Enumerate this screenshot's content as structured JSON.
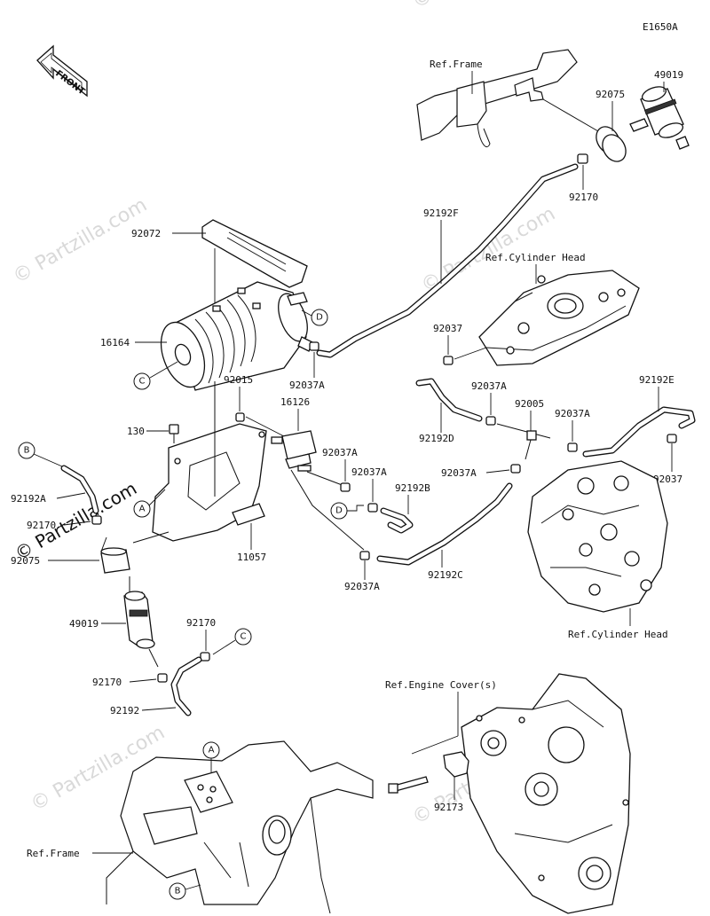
{
  "diagram_code": "E1650A",
  "front_label": "FRONT",
  "watermark_text": "© Partzilla.com",
  "refs": {
    "frame_top": "Ref.Frame",
    "cylinder_head_top": "Ref.Cylinder Head",
    "cylinder_head_bottom": "Ref.Cylinder Head",
    "engine_cover": "Ref.Engine Cover(s)",
    "frame_bottom": "Ref.Frame"
  },
  "parts": {
    "p49019_top": "49019",
    "p92075_top": "92075",
    "p92170_top": "92170",
    "p92072": "92072",
    "p92192F": "92192F",
    "p16164": "16164",
    "p92037_head": "92037",
    "p92037A_canister": "92037A",
    "p92015": "92015",
    "p16126": "16126",
    "p130": "130",
    "p92192A": "92192A",
    "p92170_left": "92170",
    "p92075_left": "92075",
    "p11057": "11057",
    "p92037A_mid1": "92037A",
    "p92037A_mid2": "92037A",
    "p92192B": "92192B",
    "p92037A_bottom": "92037A",
    "p92192C": "92192C",
    "p92037A_right1": "92037A",
    "p92192D": "92192D",
    "p92005": "92005",
    "p92037A_right2": "92037A",
    "p92192E": "92192E",
    "p92037A_right3": "92037A",
    "p92037_right": "92037",
    "p49019_left": "49019",
    "p92170_mid": "92170",
    "p92170_low": "92170",
    "p92192": "92192",
    "p92173": "92173"
  },
  "callouts": {
    "A": "A",
    "B": "B",
    "C": "C",
    "D": "D"
  }
}
